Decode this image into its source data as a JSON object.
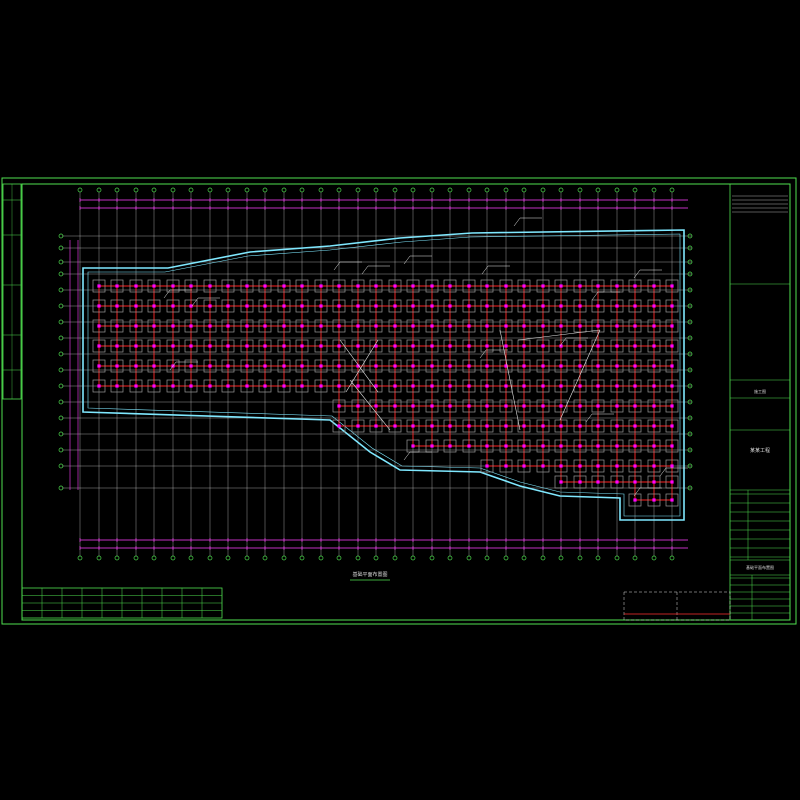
{
  "drawing": {
    "plan_title": "基础平面布置图",
    "sheet_name": "基础平面布置图"
  },
  "title_block": {
    "project_label": "某某工程",
    "design_label": "施工图"
  },
  "colors": {
    "background": "#000000",
    "frame": "#4fe04f",
    "grid_lines": "#dcdcdc",
    "beams": "#ff2020",
    "columns": "#ff00ff",
    "slab_outline": "#7fe8ff",
    "foundation_pads": "#9a9a9a",
    "text": "#d8d8d8"
  },
  "legend_table": {
    "rows": 4,
    "cols": 10
  }
}
